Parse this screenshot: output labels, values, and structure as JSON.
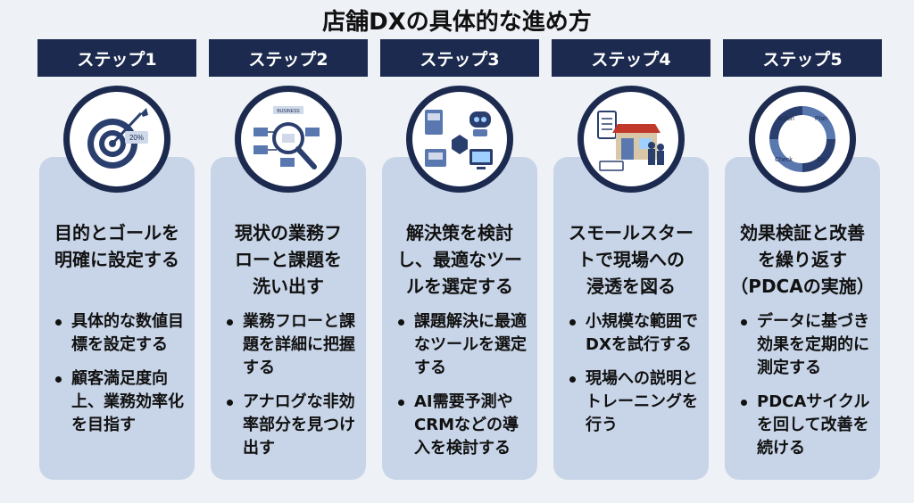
{
  "title": "店舗DXの具体的な進め方",
  "steps": [
    {
      "label": "ステップ1",
      "heading": [
        "目的とゴールを",
        "明確に設定する"
      ],
      "bullets": [
        "具体的な数値目標を設定する",
        "顧客満足度向上、業務効率化を目指す"
      ],
      "icon_badge": "20%"
    },
    {
      "label": "ステップ2",
      "heading": [
        "現状の業務フ",
        "ローと課題を",
        "洗い出す"
      ],
      "bullets": [
        "業務フローと課題を詳細に把握する",
        "アナログな非効率部分を見つけ出す"
      ],
      "icon_badge": "BUSINESS"
    },
    {
      "label": "ステップ3",
      "heading": [
        "解決策を検討",
        "し、最適なツー",
        "ルを選定する"
      ],
      "bullets": [
        "課題解決に最適なツールを選定する",
        "AI需要予測やCRMなどの導入を検討する"
      ]
    },
    {
      "label": "ステップ4",
      "heading": [
        "スモールスター",
        "トで現場への",
        "浸透を図る"
      ],
      "bullets": [
        "小規模な範囲でDXを試行する",
        "現場への説明とトレーニングを行う"
      ]
    },
    {
      "label": "ステップ5",
      "heading": [
        "効果検証と改善",
        "を繰り返す",
        "（PDCAの実施）"
      ],
      "bullets": [
        "データに基づき効果を定期的に測定する",
        "PDCAサイクルを回して改善を続ける"
      ],
      "cycle_labels": [
        "Plan",
        "Do",
        "Check",
        "Action"
      ]
    }
  ],
  "colors": {
    "header": "#1b2a4e",
    "card": "#c8d5e8",
    "background": "#eef1f6"
  }
}
